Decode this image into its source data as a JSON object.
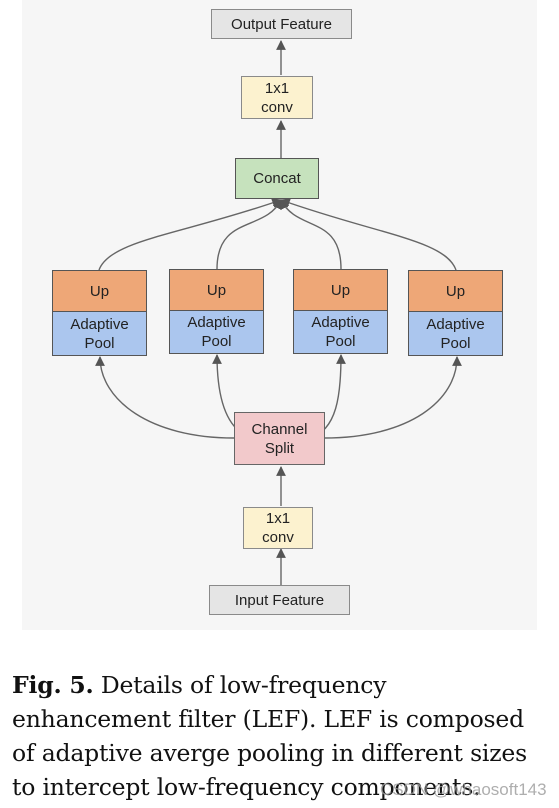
{
  "nodes": {
    "output_feature": "Output Feature",
    "conv_top": "1x1\nconv",
    "concat": "Concat",
    "branches": [
      {
        "up": "Up",
        "pool": "Adaptive\nPool"
      },
      {
        "up": "Up",
        "pool": "Adaptive\nPool"
      },
      {
        "up": "Up",
        "pool": "Adaptive\nPool"
      },
      {
        "up": "Up",
        "pool": "Adaptive\nPool"
      }
    ],
    "channel_split": "Channel\nSplit",
    "conv_bottom": "1x1\nconv",
    "input_feature": "Input Feature"
  },
  "caption": {
    "label": "Fig. 5.",
    "text": "Details of low-frequency enhancement filter (LEF). LEF is composed of adaptive averge pooling in different sizes to intercept low-frequency components."
  },
  "watermark": "CSDN @whaosoft143",
  "colors": {
    "gray": "#e5e5e5",
    "yellow": "#fcf2cf",
    "green": "#c6e2bd",
    "orange": "#eea777",
    "blue": "#abc6ee",
    "pink": "#f2c9cb"
  }
}
